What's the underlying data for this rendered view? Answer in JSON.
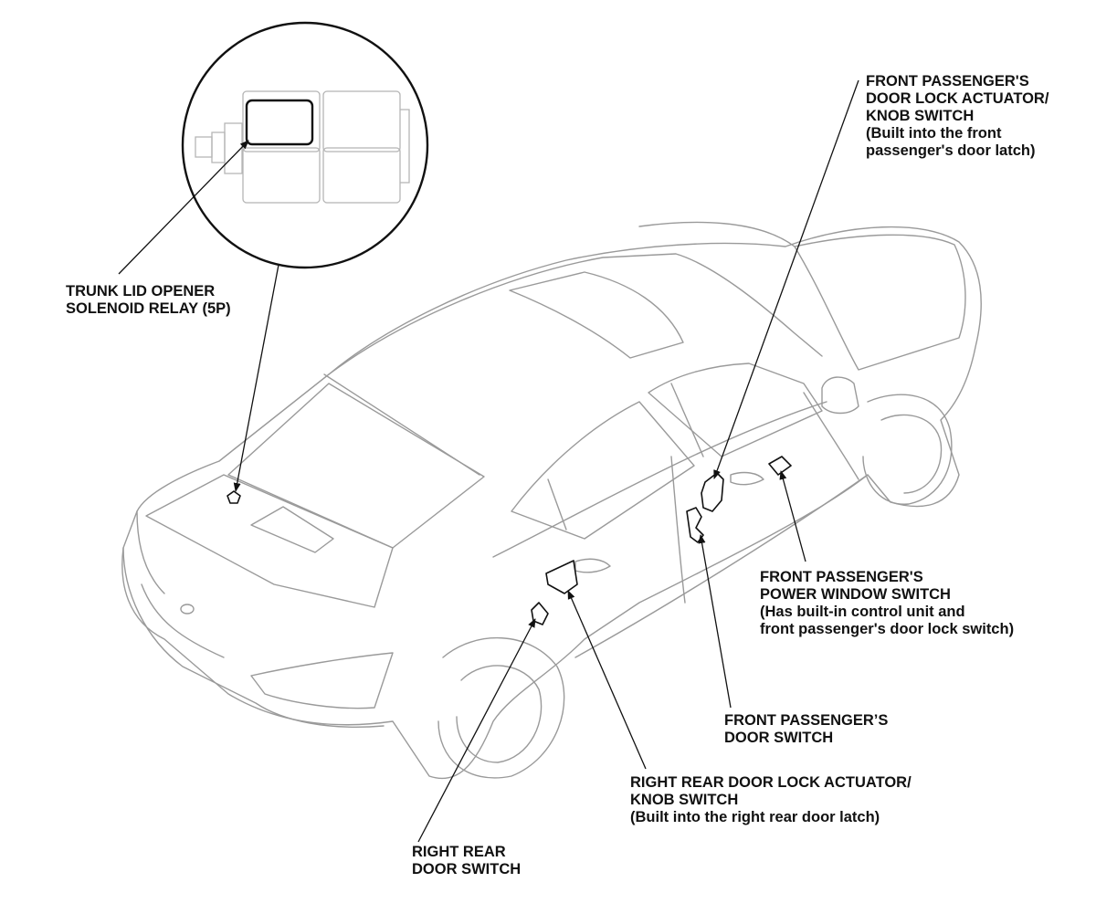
{
  "labels": {
    "front_passenger_actuator": [
      "FRONT PASSENGER'S",
      "DOOR LOCK ACTUATOR/",
      "KNOB SWITCH",
      "(Built into the front",
      "passenger's door latch)"
    ],
    "trunk_relay": [
      "TRUNK LID OPENER",
      "SOLENOID RELAY (5P)"
    ],
    "front_passenger_power_window": [
      "FRONT PASSENGER'S",
      "POWER WINDOW SWITCH",
      "(Has built-in control unit and",
      "front passenger's door lock switch)"
    ],
    "front_passenger_door_switch": [
      "FRONT PASSENGER’S",
      "DOOR SWITCH"
    ],
    "right_rear_actuator": [
      "RIGHT REAR DOOR LOCK ACTUATOR/",
      "KNOB SWITCH",
      "(Built into the right rear door latch)"
    ],
    "right_rear_door_switch": [
      "RIGHT REAR",
      "DOOR SWITCH"
    ]
  }
}
